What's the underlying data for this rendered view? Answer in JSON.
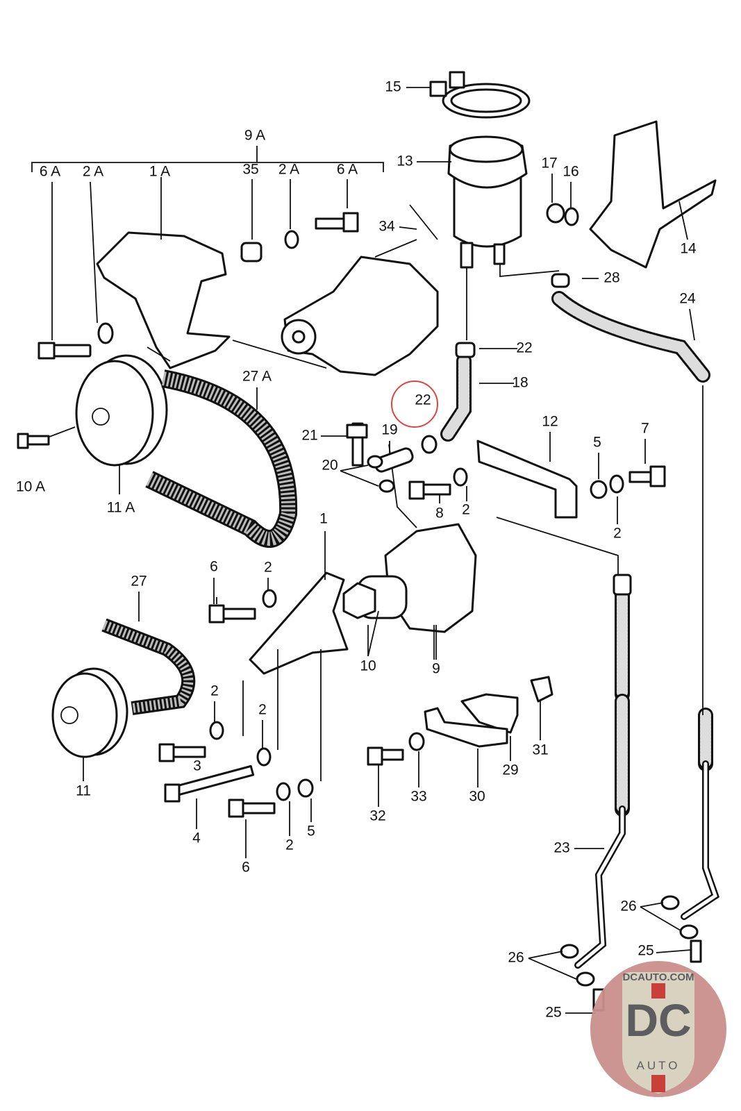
{
  "diagram": {
    "labels": [
      "15",
      "9 A",
      "6 A",
      "2 A",
      "1 A",
      "35",
      "2 A",
      "6 A",
      "13",
      "17",
      "16",
      "34",
      "14",
      "28",
      "24",
      "22",
      "27 A",
      "18",
      "22",
      "12",
      "7",
      "21",
      "19",
      "5",
      "10 A",
      "20",
      "11 A",
      "8",
      "2",
      "2",
      "1",
      "6",
      "2",
      "27",
      "10",
      "9",
      "31",
      "29",
      "2",
      "2",
      "3",
      "11",
      "33",
      "30",
      "32",
      "4",
      "2",
      "5",
      "23",
      "6",
      "26",
      "26",
      "25",
      "25"
    ],
    "highlighted_label_index": 18,
    "highlight_color": "#d9463f"
  },
  "watermark": {
    "text_top": "DCAUTO.COM",
    "text_main": "DC",
    "text_bottom": "AUTO",
    "colors": {
      "circle": "#c98f8c",
      "shield": "#d8d3c0",
      "letters": "#5d5d60",
      "stripe": "#c9403b"
    }
  }
}
